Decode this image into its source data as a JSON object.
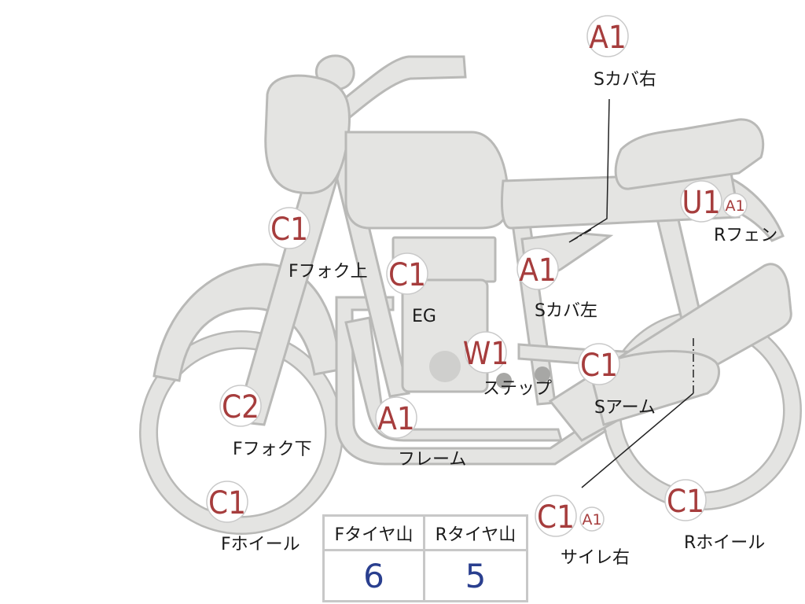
{
  "markers": [
    {
      "id": "c1-front-fork-upper",
      "code": "C1",
      "label": "Fフォク上"
    },
    {
      "id": "c2-front-fork-lower",
      "code": "C2",
      "label": "Fフォク下"
    },
    {
      "id": "c1-front-wheel",
      "code": "C1",
      "label": "Fホイール"
    },
    {
      "id": "c1-engine",
      "code": "C1",
      "label": "EG"
    },
    {
      "id": "w1-step",
      "code": "W1",
      "label": "ステップ"
    },
    {
      "id": "a1-frame",
      "code": "A1",
      "label": "フレーム"
    },
    {
      "id": "a1-side-cover-left",
      "code": "A1",
      "label": "Sカバ左"
    },
    {
      "id": "a1-side-cover-right",
      "code": "A1",
      "label": "Sカバ右"
    },
    {
      "id": "c1-swing-arm",
      "code": "C1",
      "label": "Sアーム"
    },
    {
      "id": "u1-rear-fender",
      "code": "U1",
      "extra_code": "A1",
      "label": "Rフェン"
    },
    {
      "id": "c1-muffler-right",
      "code": "C1",
      "extra_code": "A1",
      "label": "サイレ右"
    },
    {
      "id": "c1-rear-wheel",
      "code": "C1",
      "label": "Rホイール"
    }
  ],
  "tire_table": {
    "headers": [
      "Fタイヤ山",
      "Rタイヤ山"
    ],
    "values": [
      "6",
      "5"
    ]
  },
  "colors": {
    "part_fill": "#e4e4e2",
    "part_stroke": "#b9b9b7",
    "code_text": "#a63d3d",
    "table_value": "#2a3f8f"
  }
}
